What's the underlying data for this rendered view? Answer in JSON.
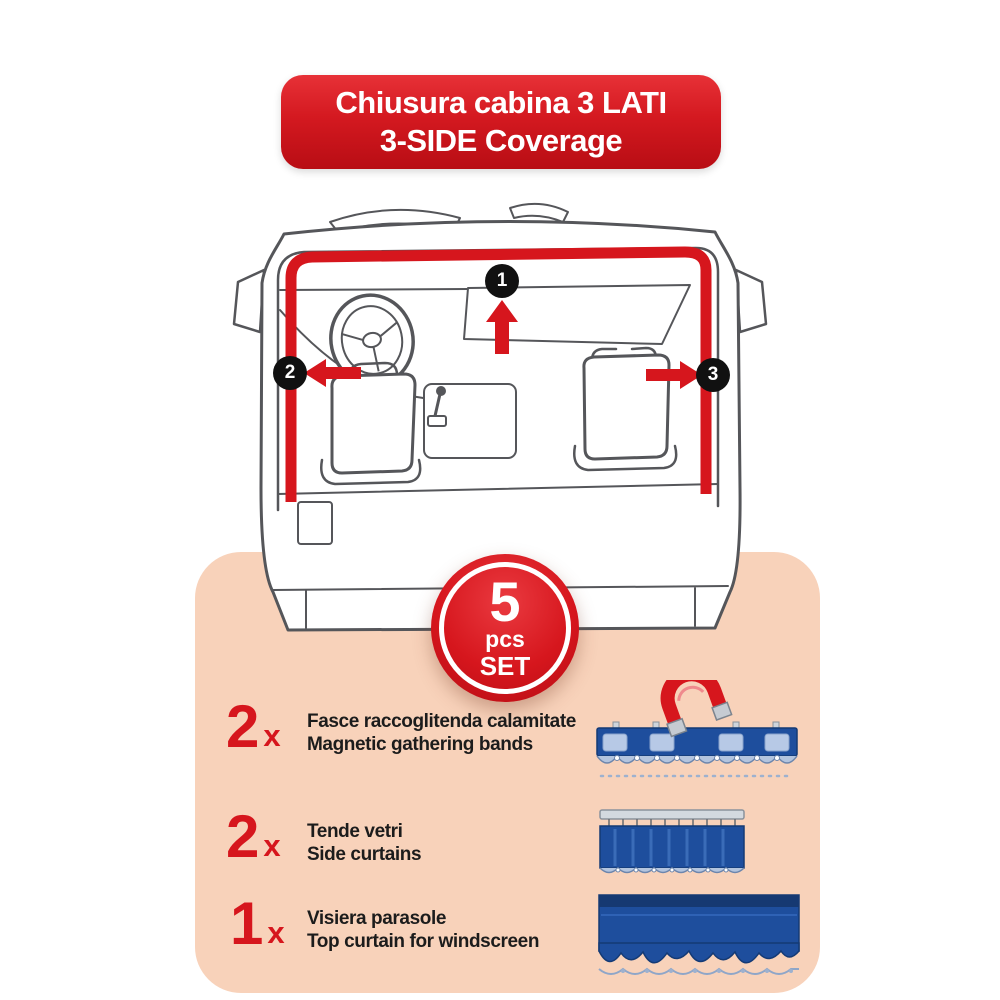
{
  "banner": {
    "line1": "Chiusura cabina 3 LATI",
    "line2": "3-SIDE Coverage"
  },
  "diagram": {
    "markers": [
      {
        "number": "1"
      },
      {
        "number": "2"
      },
      {
        "number": "3"
      }
    ]
  },
  "badge": {
    "count": "5",
    "unit": "pcs",
    "set": "SET"
  },
  "qty_suffix": "x",
  "items": [
    {
      "qty": "2",
      "name_primary": "Fasce raccoglitenda calamitate",
      "name_secondary": "Magnetic gathering bands",
      "icon": "magnet-band-icon"
    },
    {
      "qty": "2",
      "name_primary": "Tende vetri",
      "name_secondary": "Side curtains",
      "icon": "side-curtain-icon"
    },
    {
      "qty": "1",
      "name_primary": "Visiera parasole",
      "name_secondary": "Top curtain for windscreen",
      "icon": "top-curtain-icon"
    }
  ],
  "colors": {
    "accent_red": "#d6161d",
    "curtain_blue": "#1e4e9d",
    "background_peach": "#f8d2ba",
    "marker_black": "#111111"
  }
}
